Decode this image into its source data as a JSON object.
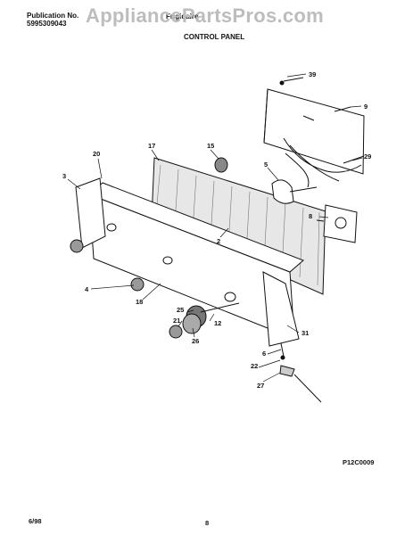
{
  "header": {
    "publication_label": "Publication No.",
    "publication_number": "5995309043",
    "brand": "Frigidaire",
    "section_title": "CONTROL PANEL"
  },
  "watermark": {
    "text": "AppliancePartsPros.com",
    "color": "#bdbdbd"
  },
  "callouts": [
    "39",
    "9",
    "17",
    "15",
    "20",
    "5",
    "29",
    "3",
    "8",
    "2",
    "4",
    "18",
    "25",
    "21",
    "12",
    "26",
    "31",
    "6",
    "22",
    "27"
  ],
  "diagram_code": "P12C0009",
  "footer": {
    "date": "6/98",
    "page": "8"
  }
}
